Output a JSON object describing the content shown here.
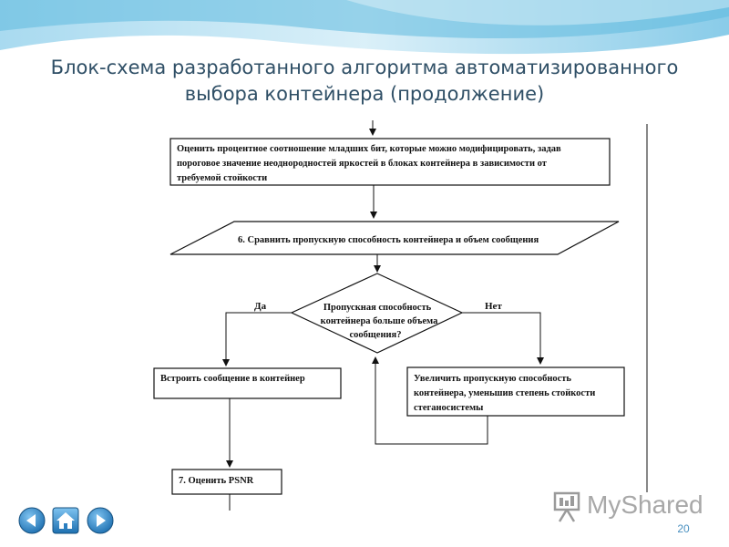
{
  "slide": {
    "title_line1": "Блок-схема разработанного алгоритма автоматизированного",
    "title_line2": "выбора контейнера (продолжение)",
    "page_number": "20"
  },
  "flowchart": {
    "box1_line1": "Оценить процентное соотношение младших бит, которые можно модифицировать, задав",
    "box1_line2": "пороговое значение неоднородностей яркостей в блоках контейнера в зависимости от",
    "box1_line3": "требуемой стойкости",
    "io_text": "6. Сравнить пропускную способность контейнера и объем сообщения",
    "decision_line1": "Пропускная способность",
    "decision_line2": "контейнера больше объема",
    "decision_line3": "сообщения?",
    "yes_label": "Да",
    "no_label": "Нет",
    "embed_text": "Встроить сообщение в контейнер",
    "increase_line1": "Увеличить пропускную способность",
    "increase_line2": "контейнера, уменьшив степень стойкости",
    "increase_line3": "стеганосистемы",
    "psnr_text": "7. Оценить PSNR"
  },
  "watermark": {
    "text": "MyShared"
  },
  "icons": {
    "back": "arrow-left-icon",
    "home": "home-icon",
    "forward": "arrow-right-icon",
    "watermark": "presentation-board-icon"
  },
  "colors": {
    "title": "#2f4f66",
    "wave_light": "#c8e6f4",
    "wave_mid": "#8fcfe8",
    "nav_blue": "#2a7fc0",
    "page_number": "#4a90c0"
  }
}
